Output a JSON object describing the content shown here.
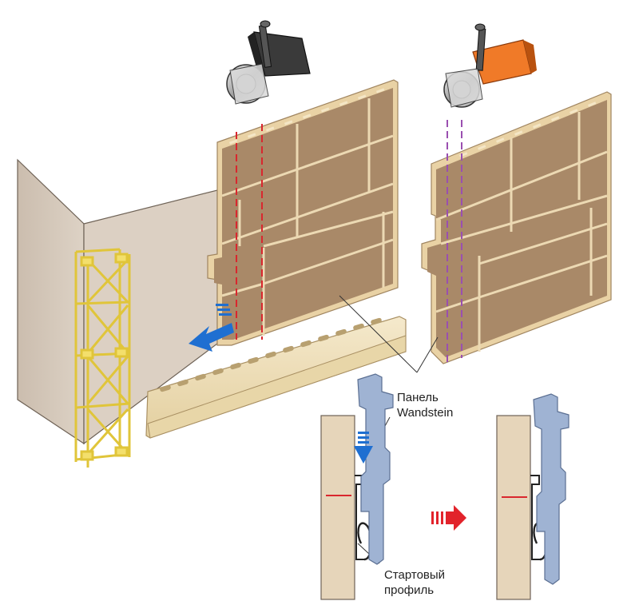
{
  "labels": {
    "panel_line1": "Панель",
    "panel_line2": "Wandstein",
    "starter_line1": "Стартовый",
    "starter_line2": "профиль"
  },
  "colors": {
    "panel_brown": "#a98968",
    "panel_edge": "#e6cc9e",
    "wall": "#d7cbbe",
    "scaffold": "#f3df6c",
    "starter_profile": "#efdfb8",
    "profile_blue": "#9fb3d3",
    "cut_red": "#d9272e",
    "cut_purple": "#9a4fb0",
    "arrow_blue": "#1f6fd1",
    "arrow_red": "#e2232b",
    "grinder_orange": "#f07a28"
  },
  "icons": [
    "angle-grinder-icon",
    "angle-grinder-icon",
    "down-arrow-icon",
    "right-arrow-icon",
    "left-arrow-icon"
  ]
}
